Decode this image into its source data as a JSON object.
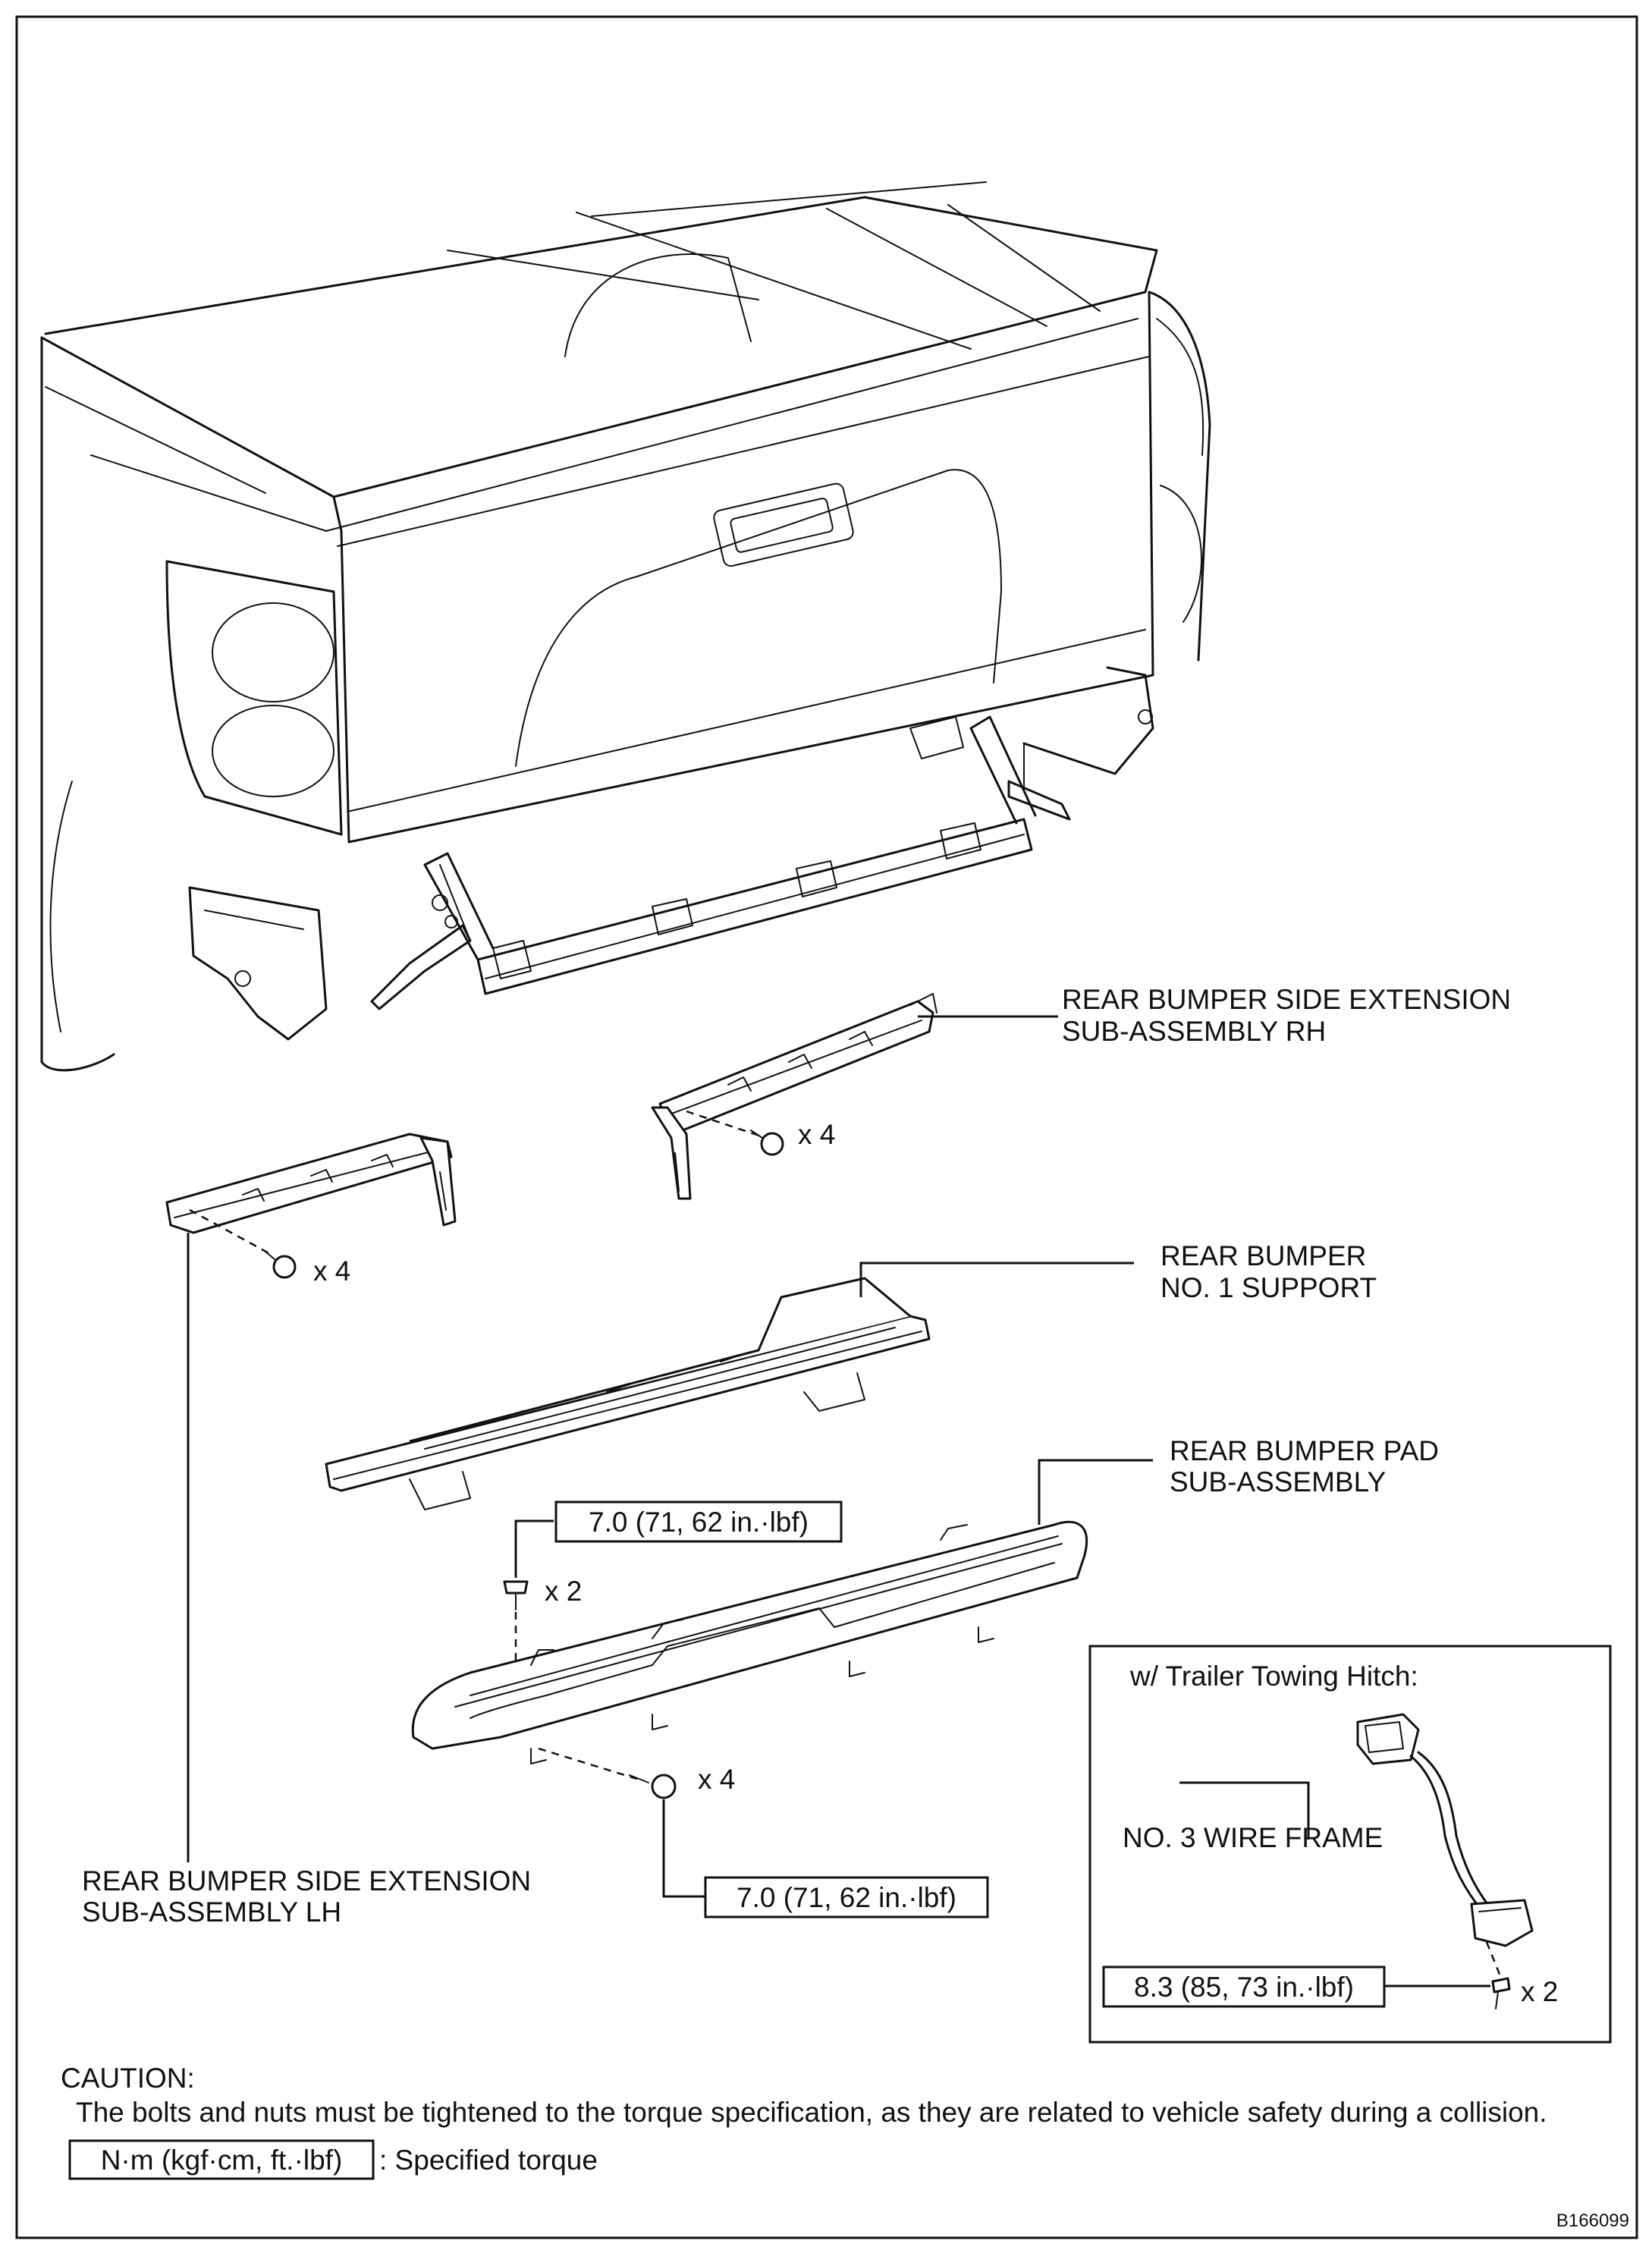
{
  "labels": {
    "rh_extension": [
      "REAR BUMPER SIDE EXTENSION",
      "SUB-ASSEMBLY RH"
    ],
    "support": [
      "REAR BUMPER",
      "NO. 1 SUPPORT"
    ],
    "pad": [
      "REAR BUMPER PAD",
      "SUB-ASSEMBLY"
    ],
    "lh_extension": [
      "REAR BUMPER SIDE EXTENSION",
      "SUB-ASSEMBLY LH"
    ],
    "wire_frame": "NO. 3 WIRE FRAME"
  },
  "quantities": {
    "rh_bolts": "x 4",
    "lh_bolts": "x 4",
    "pad_top_bolts": "x 2",
    "pad_bottom_bolts": "x 4",
    "wire_bolts": "x 2"
  },
  "torques": {
    "pad_top": "7.0 (71, 62 in.·lbf)",
    "pad_bottom": "7.0 (71, 62 in.·lbf)",
    "wire_frame": "8.3 (85, 73 in.·lbf)"
  },
  "inset": {
    "title": "w/ Trailer Towing Hitch:"
  },
  "caution": {
    "heading": "CAUTION:",
    "text": "The bolts and nuts must be tightened to the torque specification, as they are related to vehicle safety during a collision."
  },
  "legend": {
    "unit": "N·m (kgf·cm, ft.·lbf)",
    "meaning": ": Specified torque"
  },
  "figure_id": "B166099"
}
